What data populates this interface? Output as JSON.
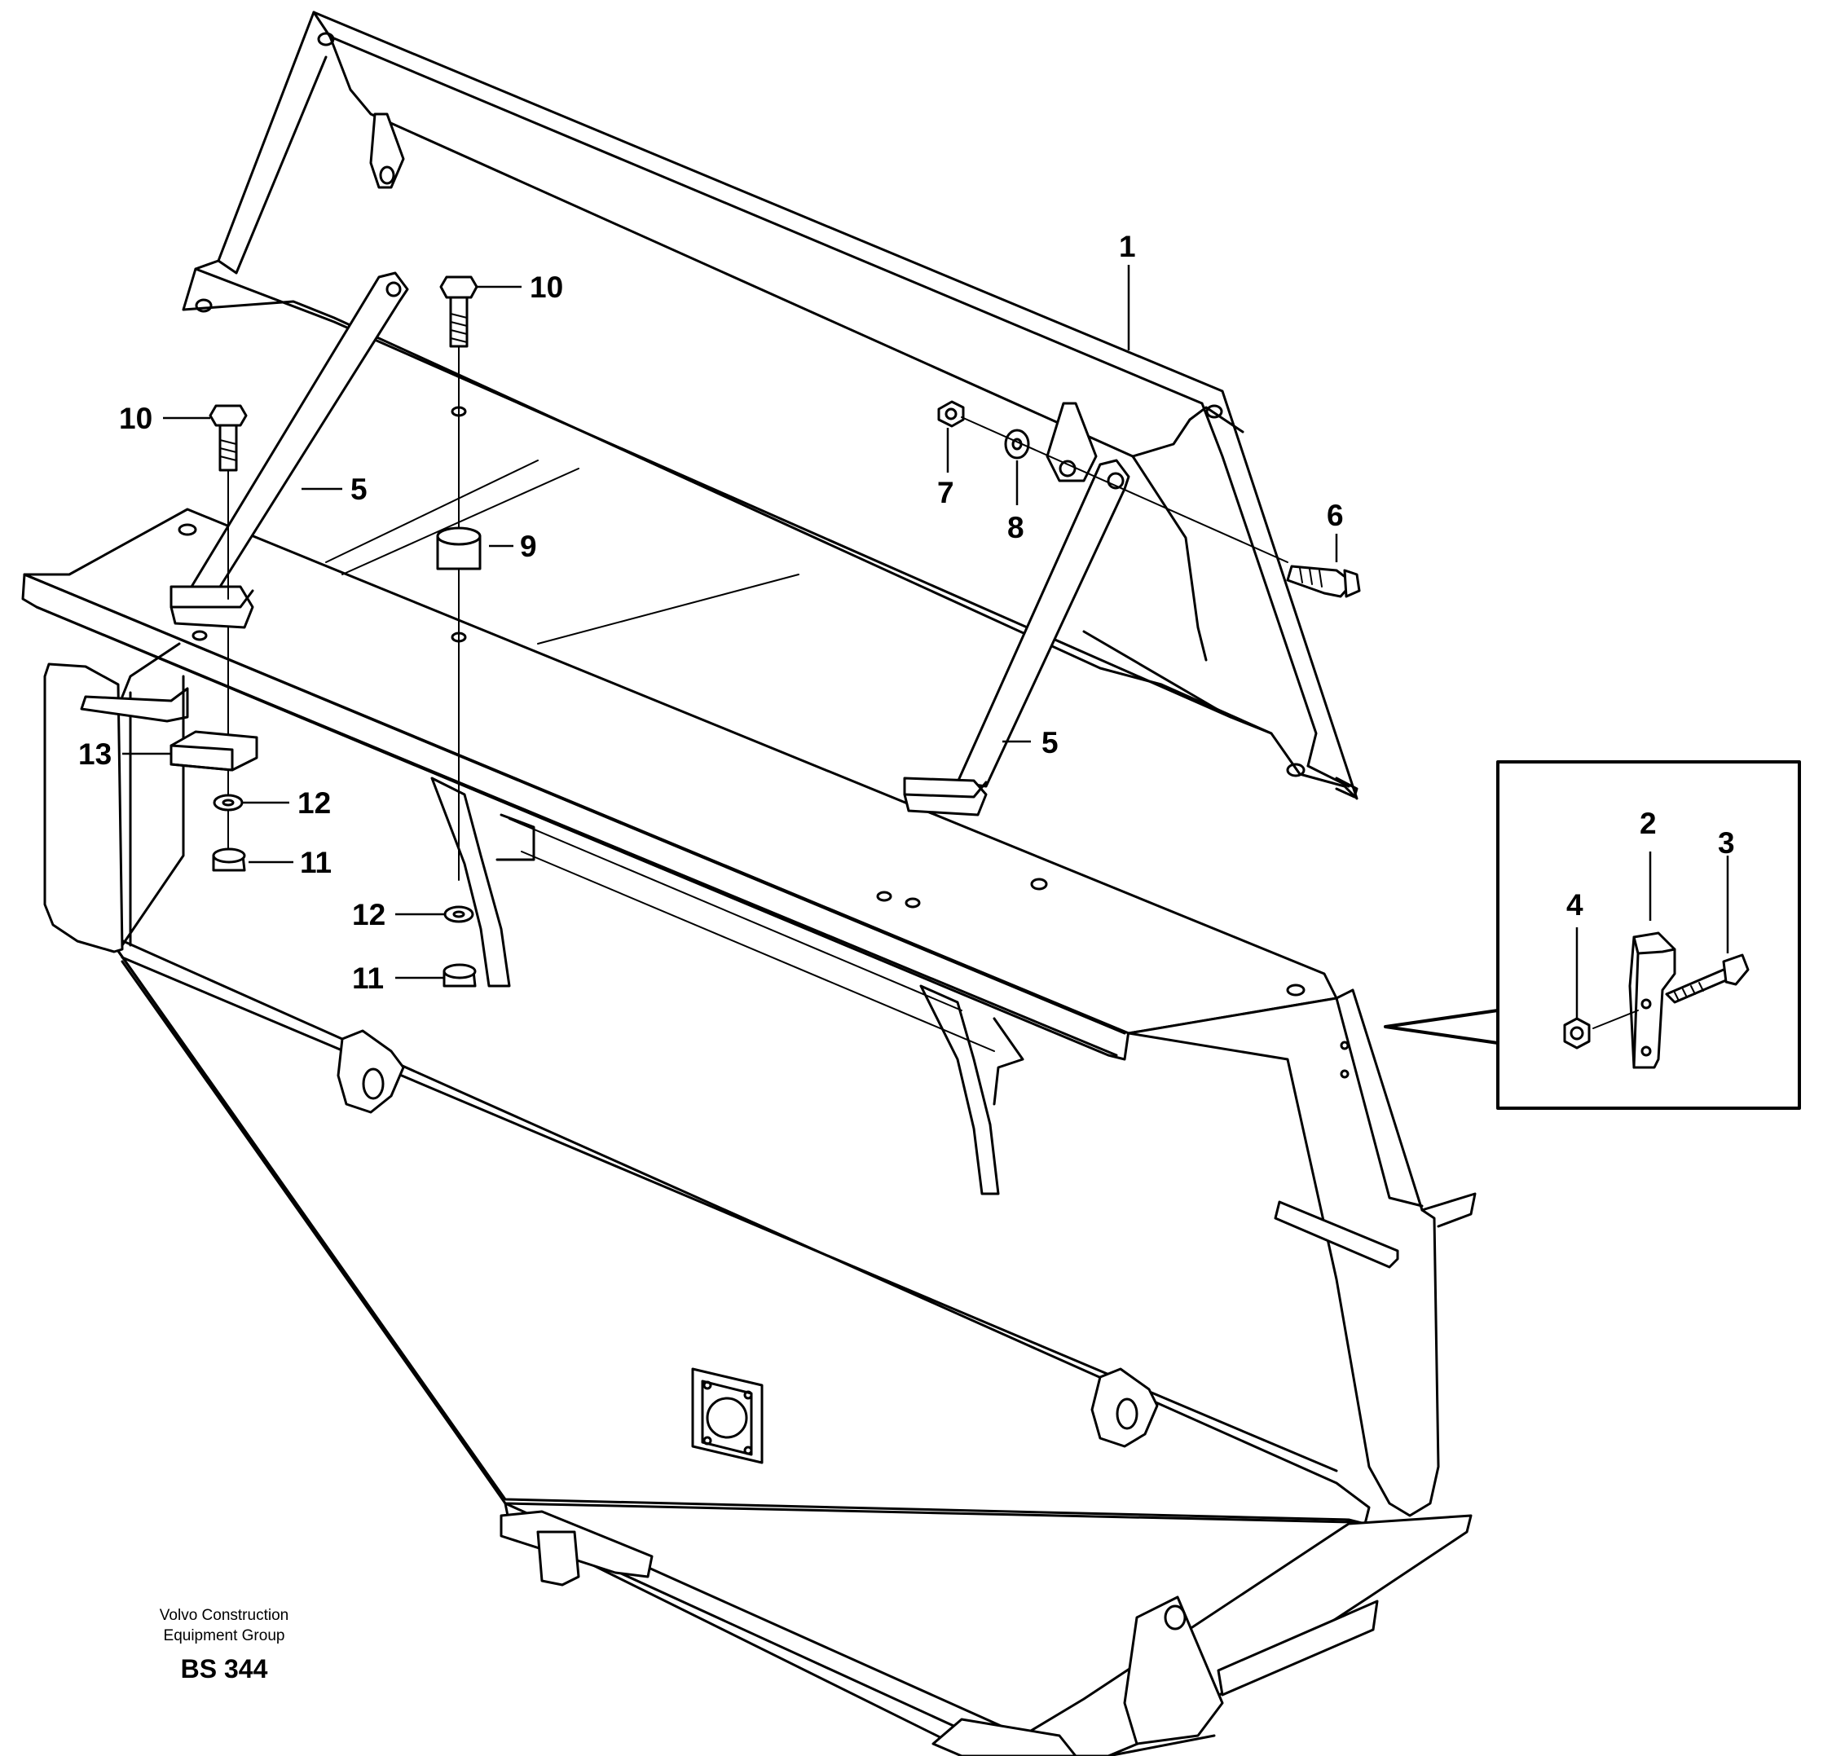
{
  "callouts": {
    "c1": "1",
    "c2": "2",
    "c3": "3",
    "c4": "4",
    "c5a": "5",
    "c5b": "5",
    "c6": "6",
    "c7": "7",
    "c8": "8",
    "c9": "9",
    "c10a": "10",
    "c10b": "10",
    "c11a": "11",
    "c11b": "11",
    "c12a": "12",
    "c12b": "12",
    "c13": "13"
  },
  "footer": {
    "company_line1": "Volvo Construction",
    "company_line2": "Equipment Group",
    "code": "BS 344"
  }
}
